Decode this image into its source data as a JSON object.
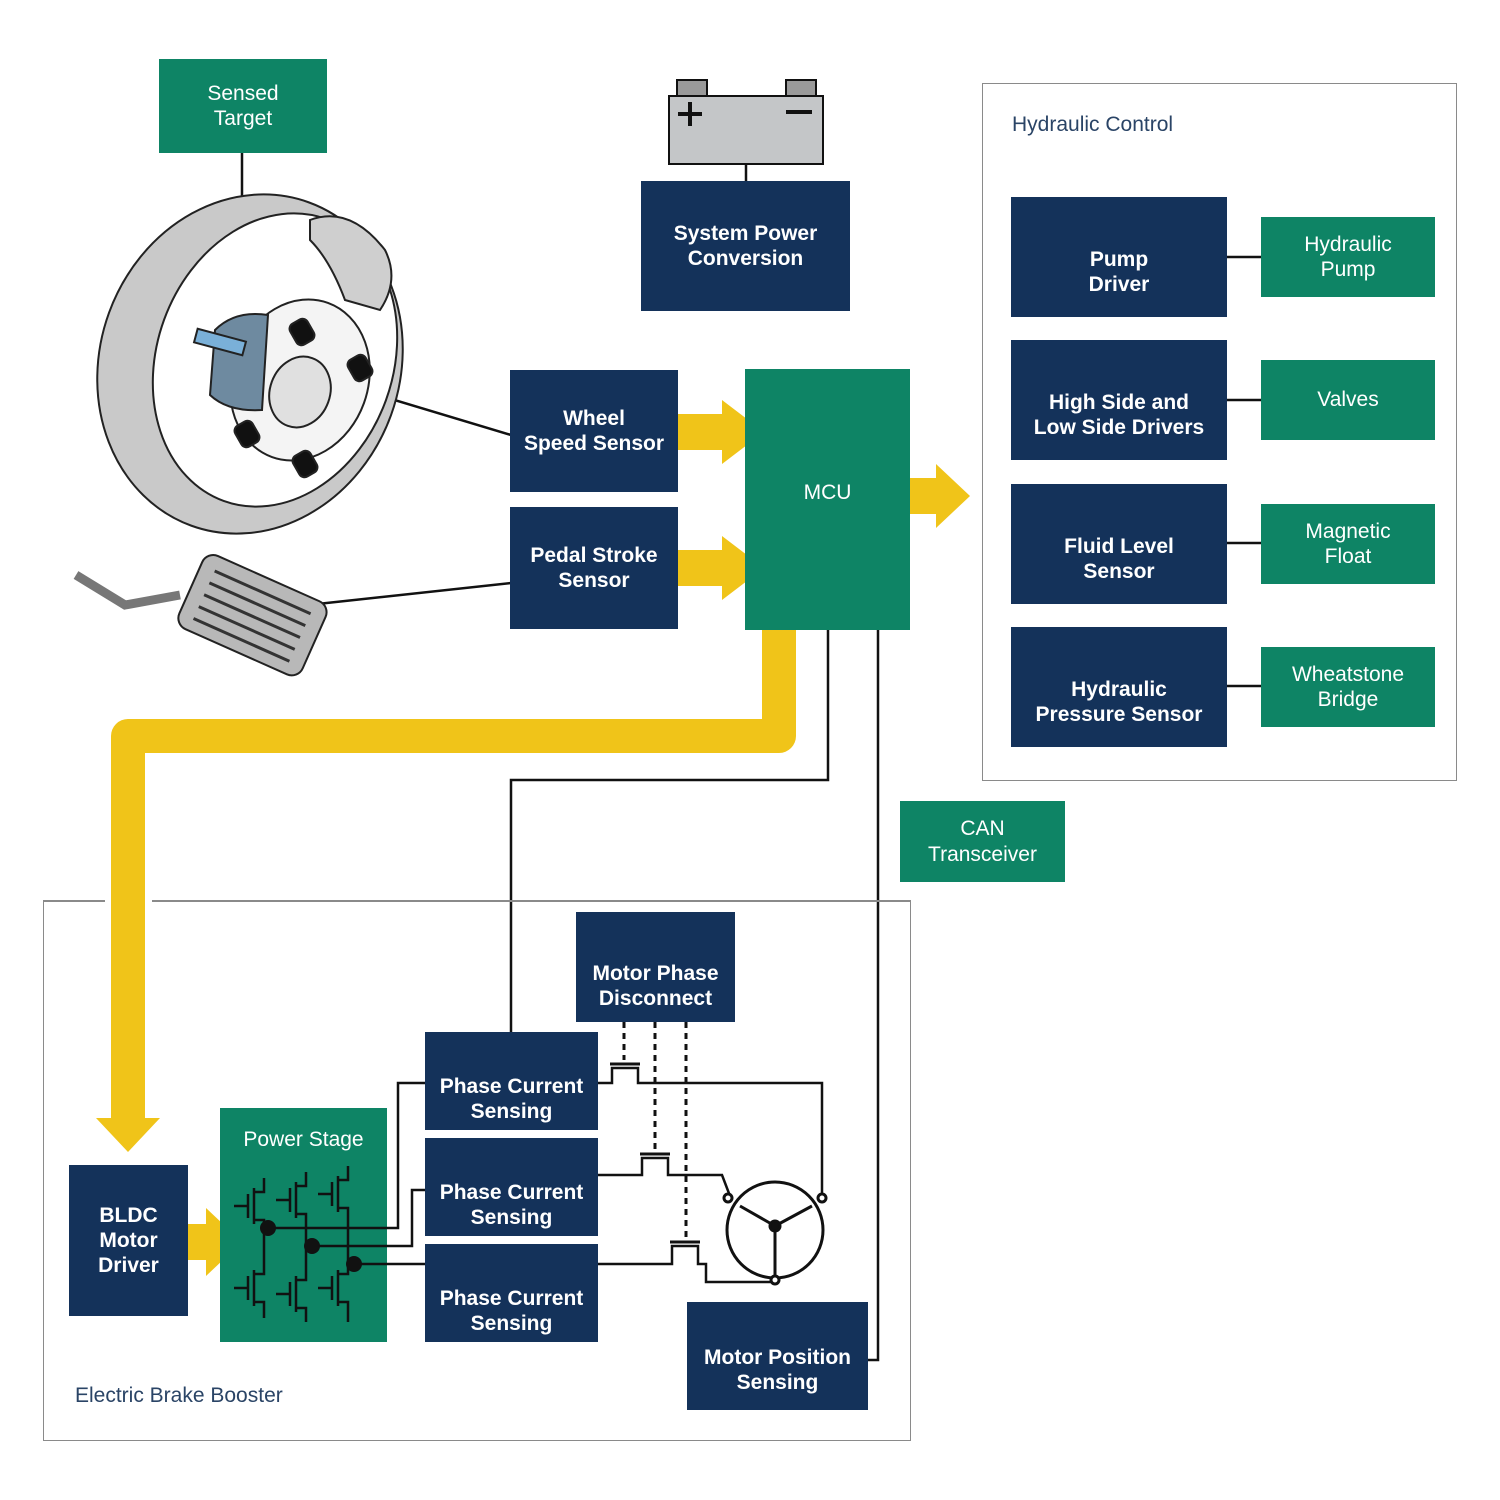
{
  "colors": {
    "navy": "#14325a",
    "green": "#0e8465",
    "yellow": "#f0c419",
    "panel_border": "#8a8a8a"
  },
  "labels": {
    "sensed_target": "Sensed\nTarget",
    "system_power": "System Power\nConversion",
    "wheel_speed": "Wheel\nSpeed Sensor",
    "pedal_stroke": "Pedal Stroke\nSensor",
    "mcu": "MCU",
    "hydraulic_control": "Hydraulic Control",
    "pump_driver": "Pump\nDriver",
    "hydraulic_pump": "Hydraulic\nPump",
    "hs_ls_drivers": "High Side and\nLow Side Drivers",
    "valves": "Valves",
    "fluid_level": "Fluid Level\nSensor",
    "magnetic_float": "Magnetic\nFloat",
    "hydraulic_pressure": "Hydraulic\nPressure Sensor",
    "wheatstone": "Wheatstone\nBridge",
    "can": "CAN\nTransceiver",
    "motor_phase_disconnect": "Motor Phase\nDisconnect",
    "phase_current_1": "Phase Current\nSensing",
    "phase_current_2": "Phase Current\nSensing",
    "phase_current_3": "Phase Current\nSensing",
    "bldc": "BLDC\nMotor\nDriver",
    "power_stage": "Power Stage",
    "motor_position": "Motor Position\nSensing",
    "electric_brake_booster": "Electric Brake Booster"
  },
  "icons": [
    "brake-disc-icon",
    "battery-icon",
    "brake-pedal-icon",
    "mosfet-icon",
    "motor-icon"
  ]
}
